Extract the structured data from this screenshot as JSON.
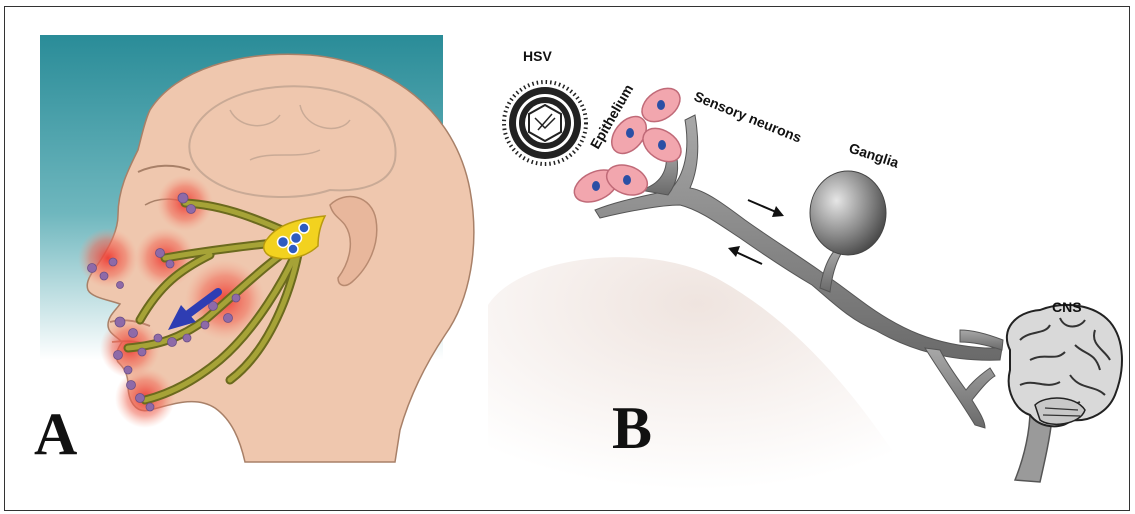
{
  "panel_a": {
    "letter": "A"
  },
  "panel_b": {
    "letter": "B",
    "labels": {
      "hsv": "HSV",
      "epithelium": "Epithelium",
      "sensory_neurons": "Sensory neurons",
      "ganglia": "Ganglia",
      "cns": "CNS"
    }
  },
  "colors": {
    "teal_background": "#2a8c98",
    "skin": "#efc7ae",
    "nerve": "#a6a337",
    "ganglion_yellow": "#f2d21f",
    "inflammation_red": "#ee3b33",
    "lesion_purple": "#8e6aa8",
    "arrow_blue": "#2e3db3",
    "neuron_gray": "#888888",
    "epithelial_cell_pink": "#f2a6ae",
    "nucleus_blue": "#2b4fa5"
  }
}
